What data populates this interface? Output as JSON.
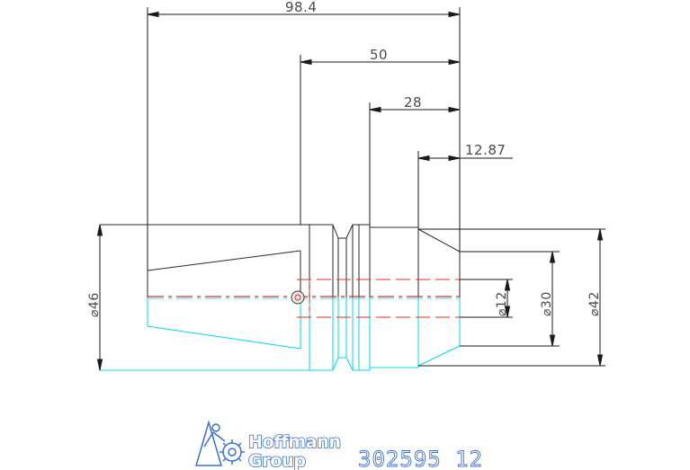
{
  "drawing": {
    "dimensions": {
      "overall_length": "98.4",
      "length_50": "50",
      "length_28": "28",
      "length_12_87": "12.87",
      "diameter_46": "⌀46",
      "diameter_12": "⌀12",
      "diameter_30": "⌀30",
      "diameter_42": "⌀42"
    },
    "colors": {
      "outline_dark": "#2a2a2a",
      "outline_cyan": "#00d8e8",
      "centerline": "#e0301e",
      "dimension": "#1a1a1a",
      "dimension_text": "#4a4a4a",
      "brand": "#3b6fd6"
    }
  },
  "footer": {
    "brand_line_1": "Hoffmann",
    "brand_line_2": "Group",
    "part_number": "302595 12"
  }
}
